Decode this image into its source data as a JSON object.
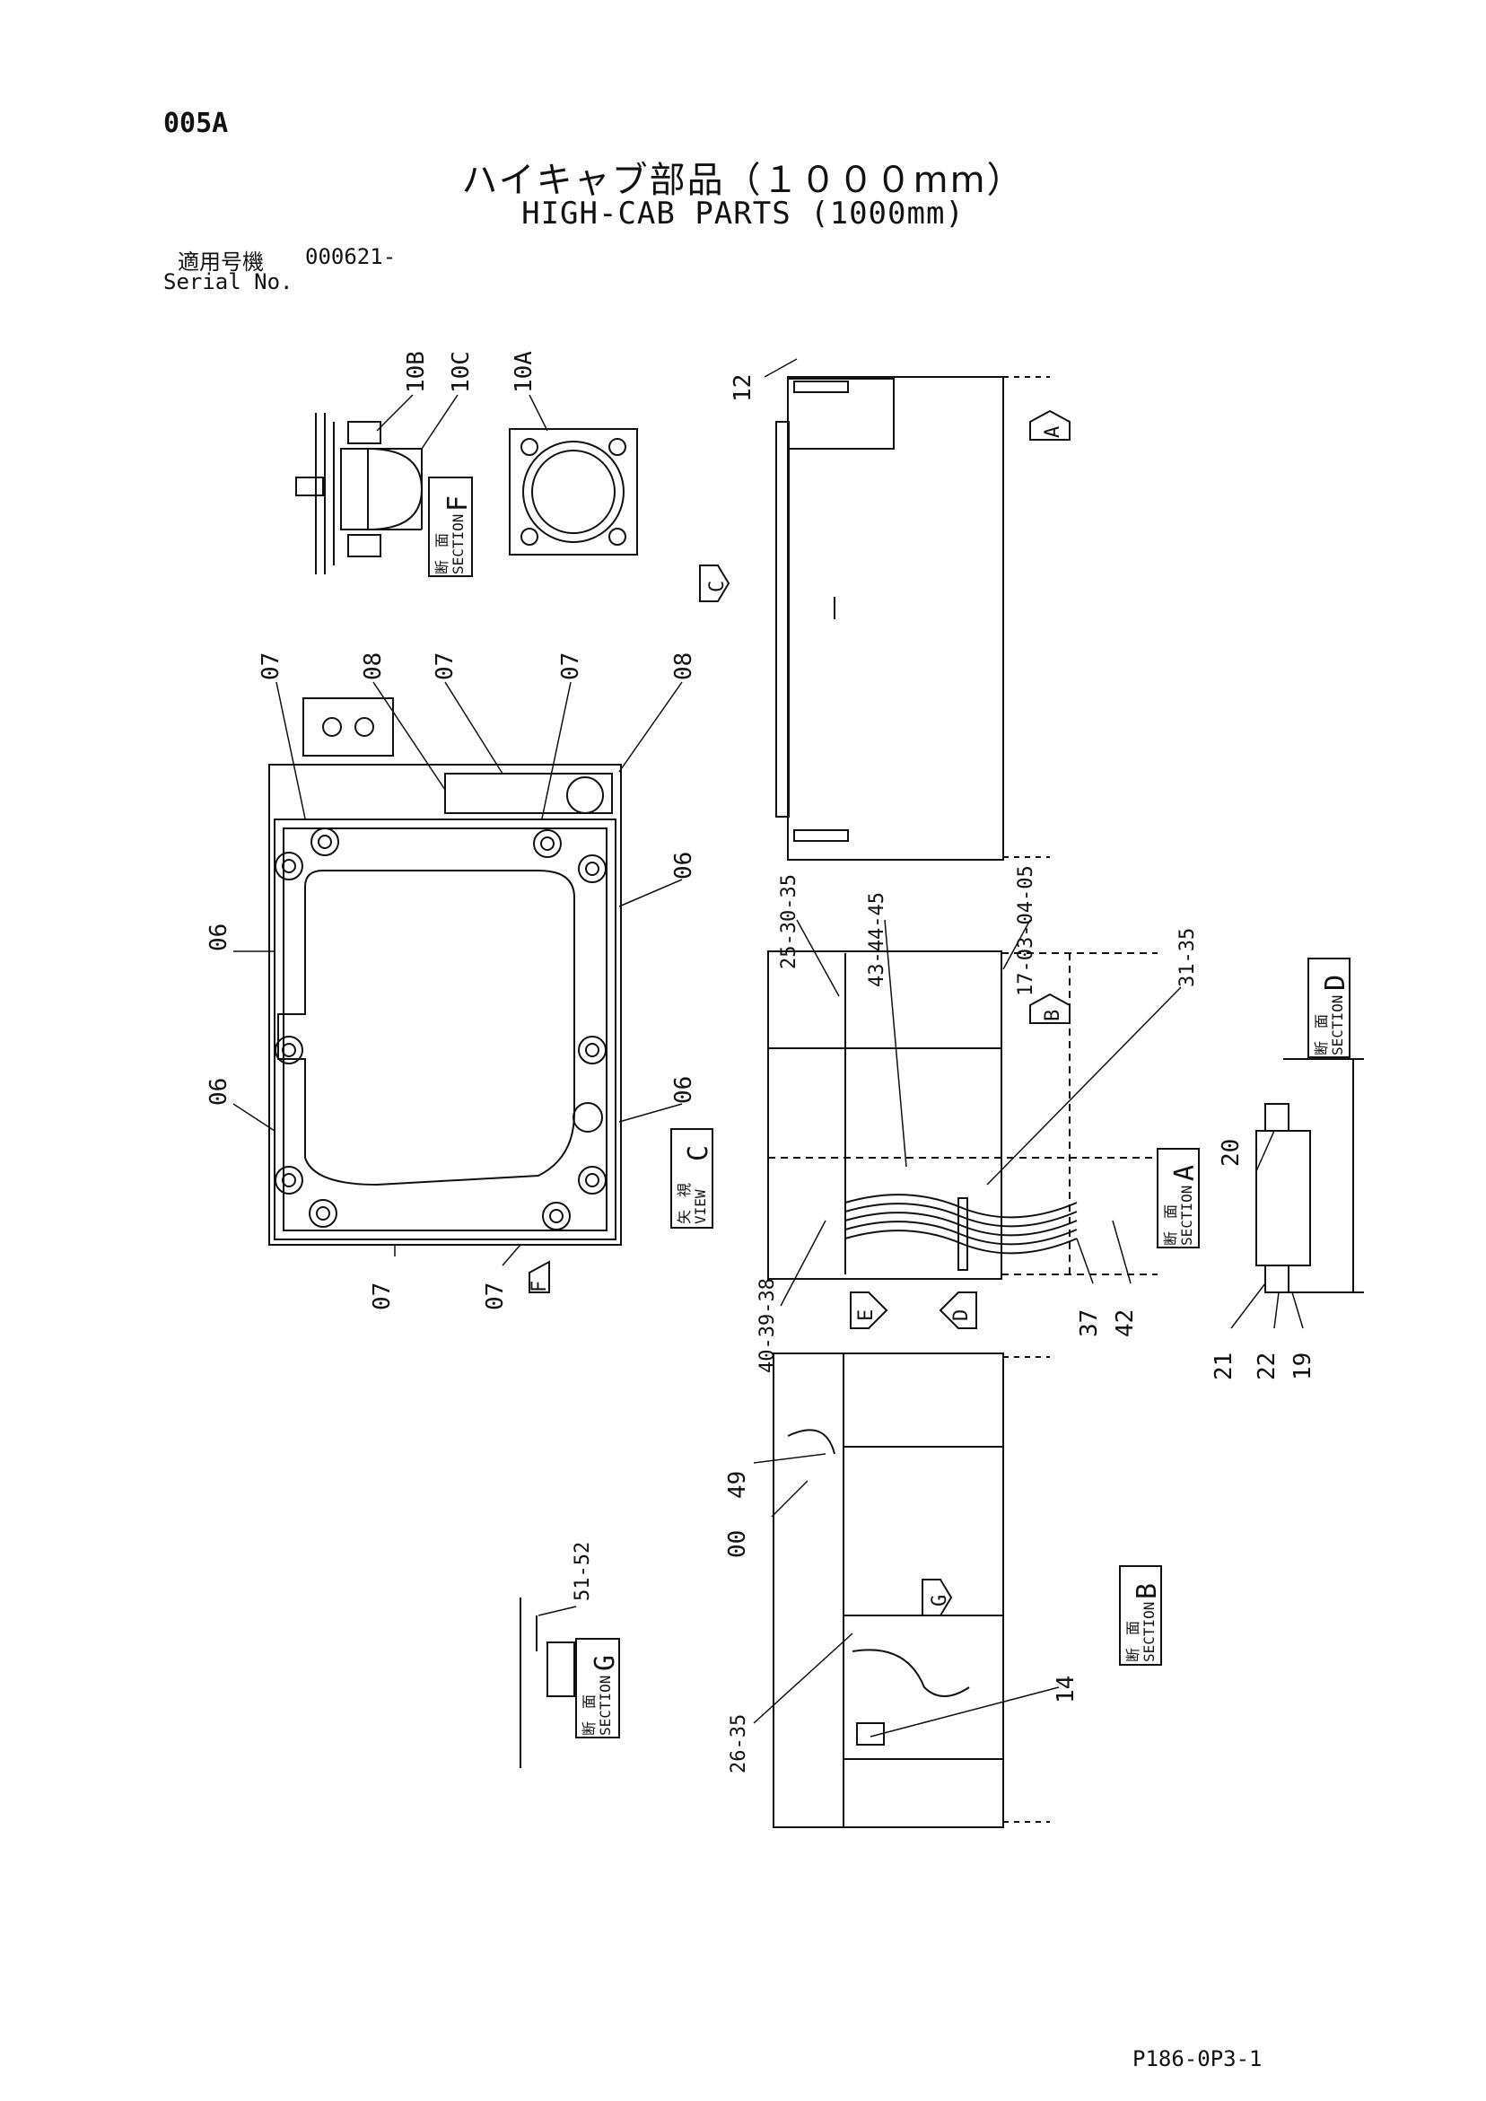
{
  "header": {
    "page_code": "005A",
    "title_jp": "ハイキャブ部品（１０００mm）",
    "title_en": "HIGH-CAB PARTS (1000mm)",
    "serial_label_jp": "適用号機",
    "serial_value": "000621-",
    "serial_label_en": "Serial No."
  },
  "footer": {
    "drawing_code": "P186-0P3-1"
  },
  "callouts": {
    "p10B": "10B",
    "p10C": "10C",
    "p10A": "10A",
    "p12": "12",
    "p07": "07",
    "p08": "08",
    "p06": "06",
    "p25_35": "25-30-35",
    "p43_45": "43-44-45",
    "p17_05": "17-03-04-05",
    "p31_35": "31-35",
    "p20": "20",
    "p21": "21",
    "p22": "22",
    "p19": "19",
    "p40_38": "40-39-38",
    "p37": "37",
    "p42": "42",
    "p49": "49",
    "p00": "00",
    "p51_52": "51-52",
    "p26_35": "26-35",
    "p14": "14"
  },
  "markers": {
    "section_word": "SECTION",
    "view_word": "VIEW",
    "dan": "断",
    "men": "面",
    "ya": "矢",
    "shi": "視",
    "F": "F",
    "D": "D",
    "A": "A",
    "B": "B",
    "G": "G",
    "C": "C",
    "arrow_A": "A",
    "arrow_B": "B",
    "arrow_C": "C",
    "arrow_D": "D",
    "arrow_E": "E",
    "arrow_F": "F",
    "arrow_G": "G"
  }
}
